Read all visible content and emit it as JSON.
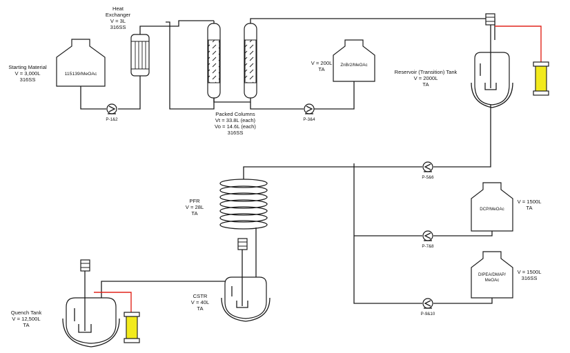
{
  "colors": {
    "line": "#1a1a1a",
    "red_line": "#e0241b",
    "filter_fill": "#f2ea1d"
  },
  "labels": {
    "starting_material": [
      "Starting Material",
      "V = 3,000L",
      "316SS"
    ],
    "tank_sm_content": "115139/MeOAc",
    "heat_exchanger": [
      "Heat",
      "Exchanger",
      "V = 3L",
      "316SS"
    ],
    "packed_columns": [
      "Packed Columns",
      "Vt = 33.8L (each)",
      "Vo = 14.6L (each)",
      "316SS"
    ],
    "znbr2": [
      "V = 200L",
      "TA"
    ],
    "znbr2_content": "ZnBr2/MeOAc",
    "reservoir": [
      "Reservoir (Transition) Tank",
      "V = 2000L",
      "TA"
    ],
    "pfr": [
      "PFR",
      "V = 28L",
      "TA"
    ],
    "cstr": [
      "CSTR",
      "V = 40L",
      "TA"
    ],
    "quench": [
      "Quench Tank",
      "V = 12,500L",
      "TA"
    ],
    "dcp": [
      "V = 1500L",
      "TA"
    ],
    "dcp_content": "DCP/MeOAc",
    "dipea": [
      "V = 1500L",
      "316SS"
    ],
    "dipea_content": [
      "DIPEA/DMAP/",
      "MeOAc"
    ],
    "pumps": {
      "p12": "P-1&2",
      "p34": "P-3&4",
      "p56": "P-5&6",
      "p78": "P-7&8",
      "p910": "P-9&10"
    }
  }
}
